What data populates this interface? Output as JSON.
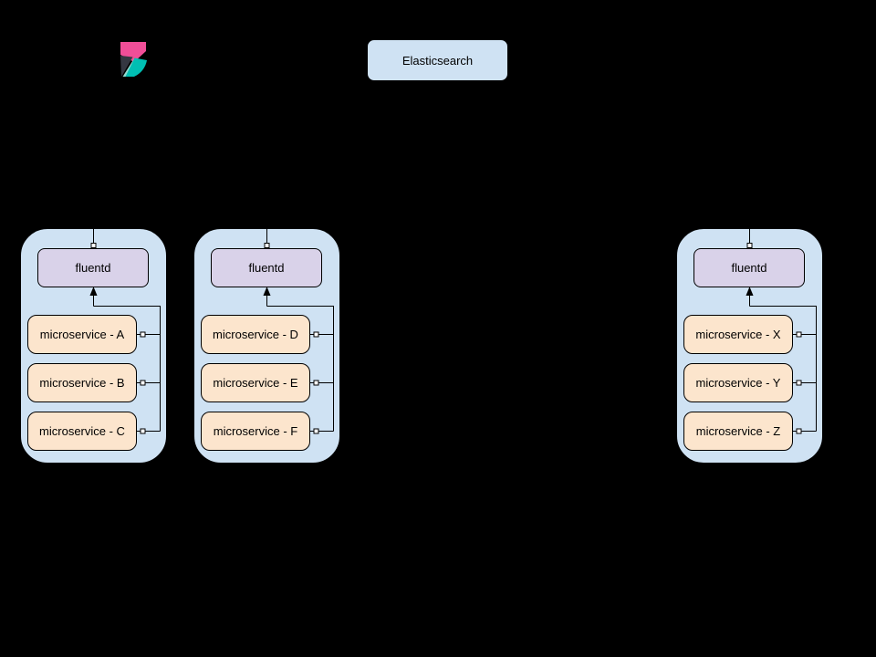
{
  "colors": {
    "background": "#000000",
    "node-fill": "#cfe2f3",
    "node-border": "#000000",
    "fluentd-fill": "#d9d2e9",
    "microservice-fill": "#fce5cd",
    "elasticsearch-fill": "#cfe2f3",
    "line": "#000000",
    "text": "#000000",
    "kibana-pink": "#f04e98",
    "kibana-dark": "#343741",
    "kibana-teal": "#00bfb3",
    "kibana-teal-light": "#93d8cf"
  },
  "elasticsearch": {
    "label": "Elasticsearch"
  },
  "kibana": {
    "icon": "kibana-logo"
  },
  "nodes": [
    {
      "fluentd_label": "fluentd",
      "microservices": [
        "microservice - A",
        "microservice - B",
        "microservice - C"
      ]
    },
    {
      "fluentd_label": "fluentd",
      "microservices": [
        "microservice - D",
        "microservice - E",
        "microservice - F"
      ]
    },
    {
      "fluentd_label": "fluentd",
      "microservices": [
        "microservice - X",
        "microservice - Y",
        "microservice - Z"
      ]
    }
  ]
}
